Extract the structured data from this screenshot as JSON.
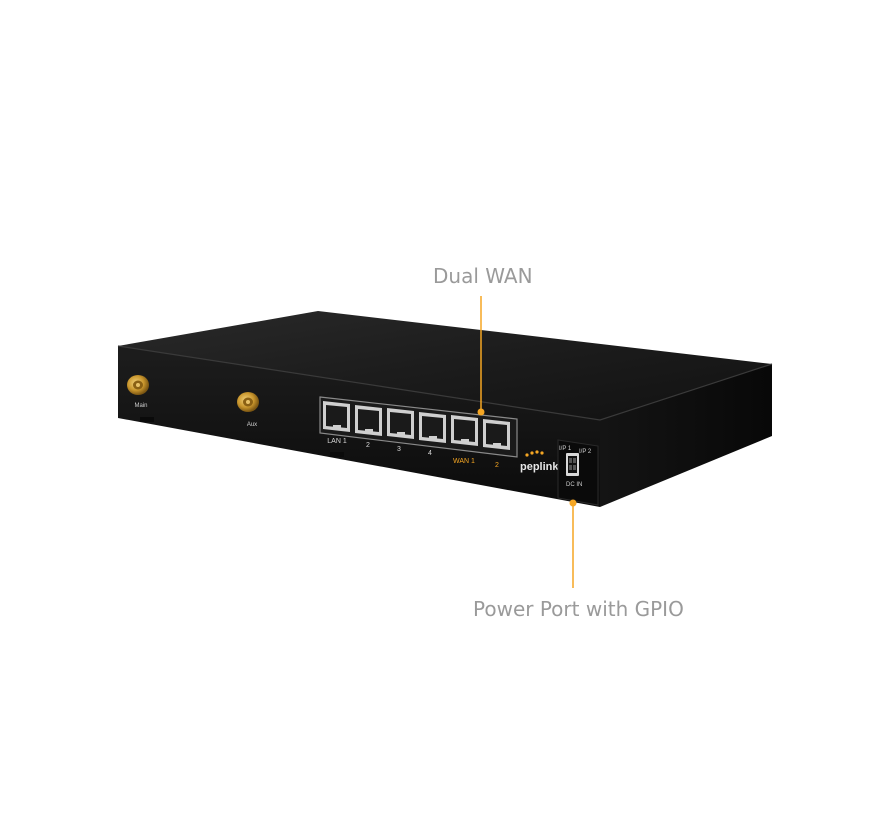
{
  "callouts": {
    "dual_wan": "Dual WAN",
    "power_port": "Power Port with GPIO"
  },
  "antennas": {
    "main": "Main",
    "aux": "Aux"
  },
  "ports": {
    "lan1": "LAN 1",
    "lan2": "2",
    "lan3": "3",
    "lan4": "4",
    "wan1": "WAN 1",
    "wan2": "2"
  },
  "device": {
    "brand": "peplink",
    "io1": "I/P 1",
    "io2": "I/P 2",
    "dc_in": "DC IN"
  },
  "colors": {
    "accent": "#f5a623",
    "callout_text": "#9a9a9a",
    "chassis": "#141414"
  }
}
